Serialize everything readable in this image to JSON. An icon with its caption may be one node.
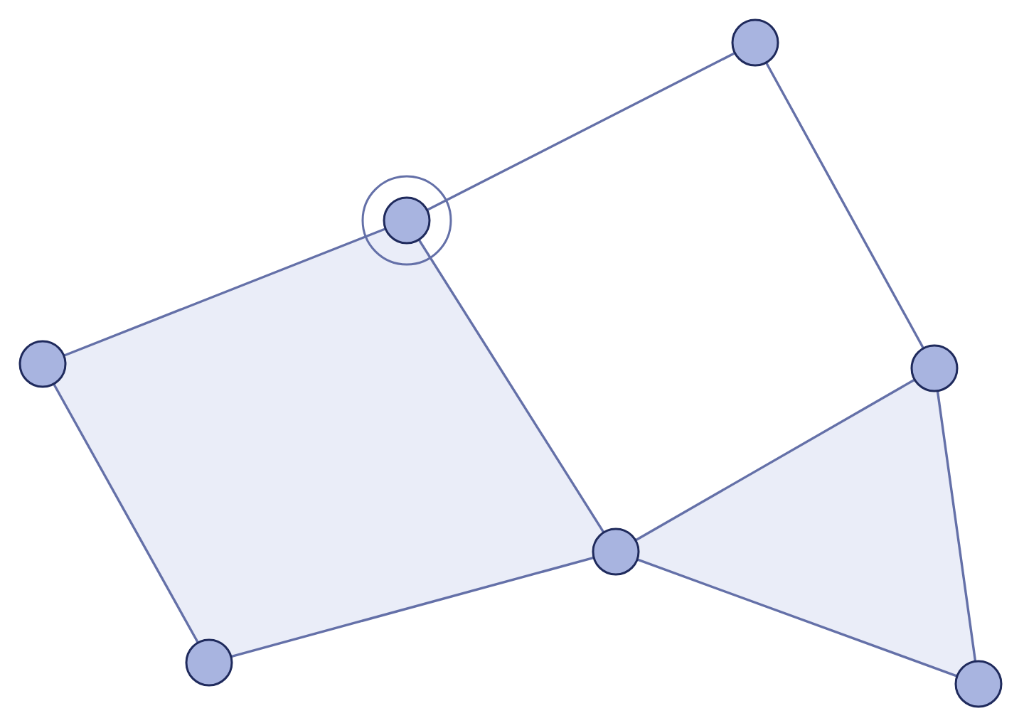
{
  "diagram": {
    "nodes": [
      {
        "text": [],
        "shape": "circle"
      },
      {
        "text": [],
        "shape": "circle"
      },
      {
        "text": [],
        "shape": "circle"
      },
      {
        "text": [],
        "shape": "circle"
      },
      {
        "text": [],
        "shape": "circle"
      },
      {
        "text": [],
        "shape": "circle"
      },
      {
        "text": [],
        "shape": "circle"
      }
    ],
    "edges": [
      {
        "from": 0,
        "to": 1,
        "arrow": "none"
      },
      {
        "from": 0,
        "to": 3,
        "arrow": "none"
      },
      {
        "from": 1,
        "to": 2,
        "arrow": "none"
      },
      {
        "from": 1,
        "to": 4,
        "arrow": "none"
      },
      {
        "from": 2,
        "to": 5,
        "arrow": "none"
      },
      {
        "from": 5,
        "to": 4,
        "arrow": "none"
      },
      {
        "from": 4,
        "to": 3,
        "arrow": "none"
      },
      {
        "from": 4,
        "to": 6,
        "arrow": "none"
      },
      {
        "from": 3,
        "to": 6,
        "arrow": "none"
      }
    ]
  }
}
